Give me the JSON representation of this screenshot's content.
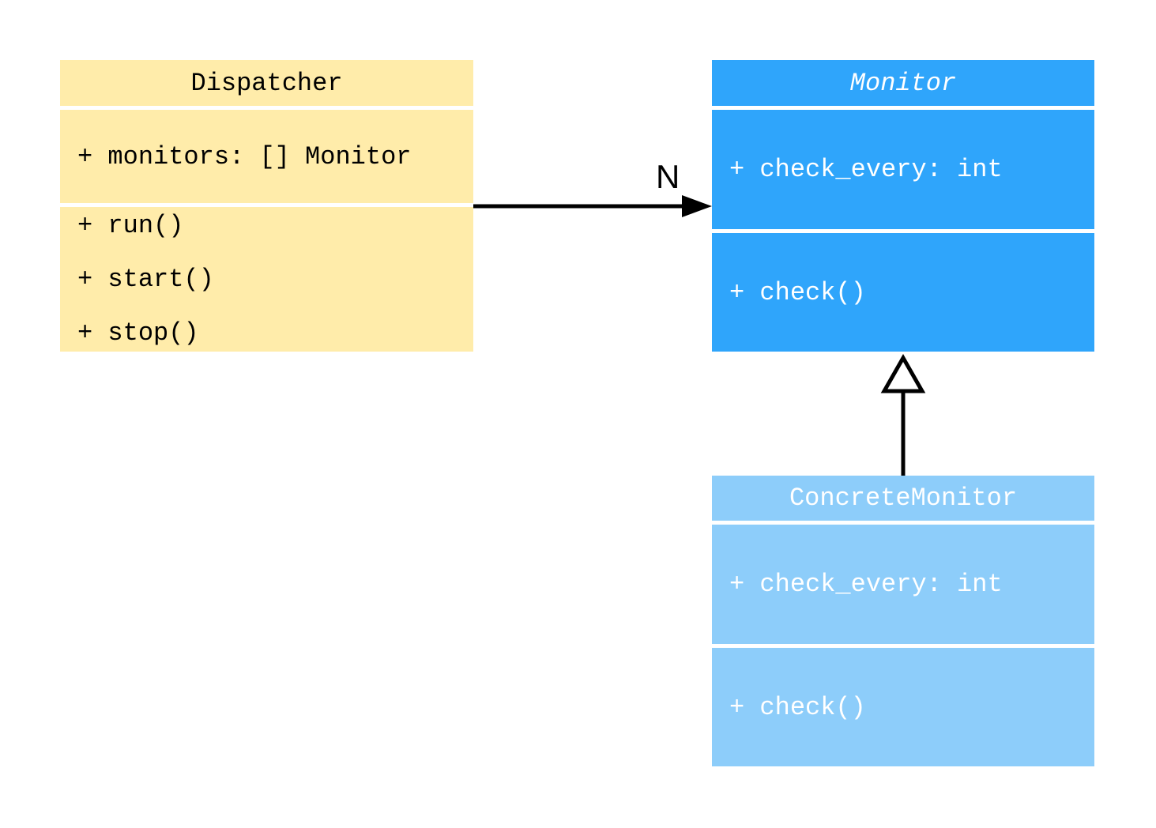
{
  "diagram": {
    "kind": "uml-class-diagram",
    "colors": {
      "background": "#FFFFFF",
      "dispatcher_fill": "#FFECAA",
      "monitor_fill": "#2FA5FB",
      "concrete_monitor_fill": "#8DCDFA",
      "dark_text": "#000000",
      "light_text": "#FFFFFF",
      "line": "#000000",
      "triangle_fill": "#FFFFFF"
    },
    "classes": [
      {
        "title": "Dispatcher",
        "abstract": false,
        "fill": "#FFECAA",
        "text_color": "#000000",
        "attributes": [
          "+ monitors: [] Monitor"
        ],
        "methods": [
          "+ run()",
          "+ start()",
          "+ stop()"
        ]
      },
      {
        "title": "Monitor",
        "abstract": true,
        "fill": "#2FA5FB",
        "text_color": "#FFFFFF",
        "attributes": [
          "+ check_every: int"
        ],
        "methods": [
          "+ check()"
        ]
      },
      {
        "title": "ConcreteMonitor",
        "abstract": false,
        "fill": "#8DCDFA",
        "text_color": "#FFFFFF",
        "attributes": [
          "+ check_every: int"
        ],
        "methods": [
          "+ check()"
        ]
      }
    ],
    "relationships": [
      {
        "type": "association",
        "from": "Dispatcher",
        "to": "Monitor",
        "label": "N"
      },
      {
        "type": "generalization",
        "from": "ConcreteMonitor",
        "to": "Monitor",
        "label": ""
      }
    ]
  }
}
